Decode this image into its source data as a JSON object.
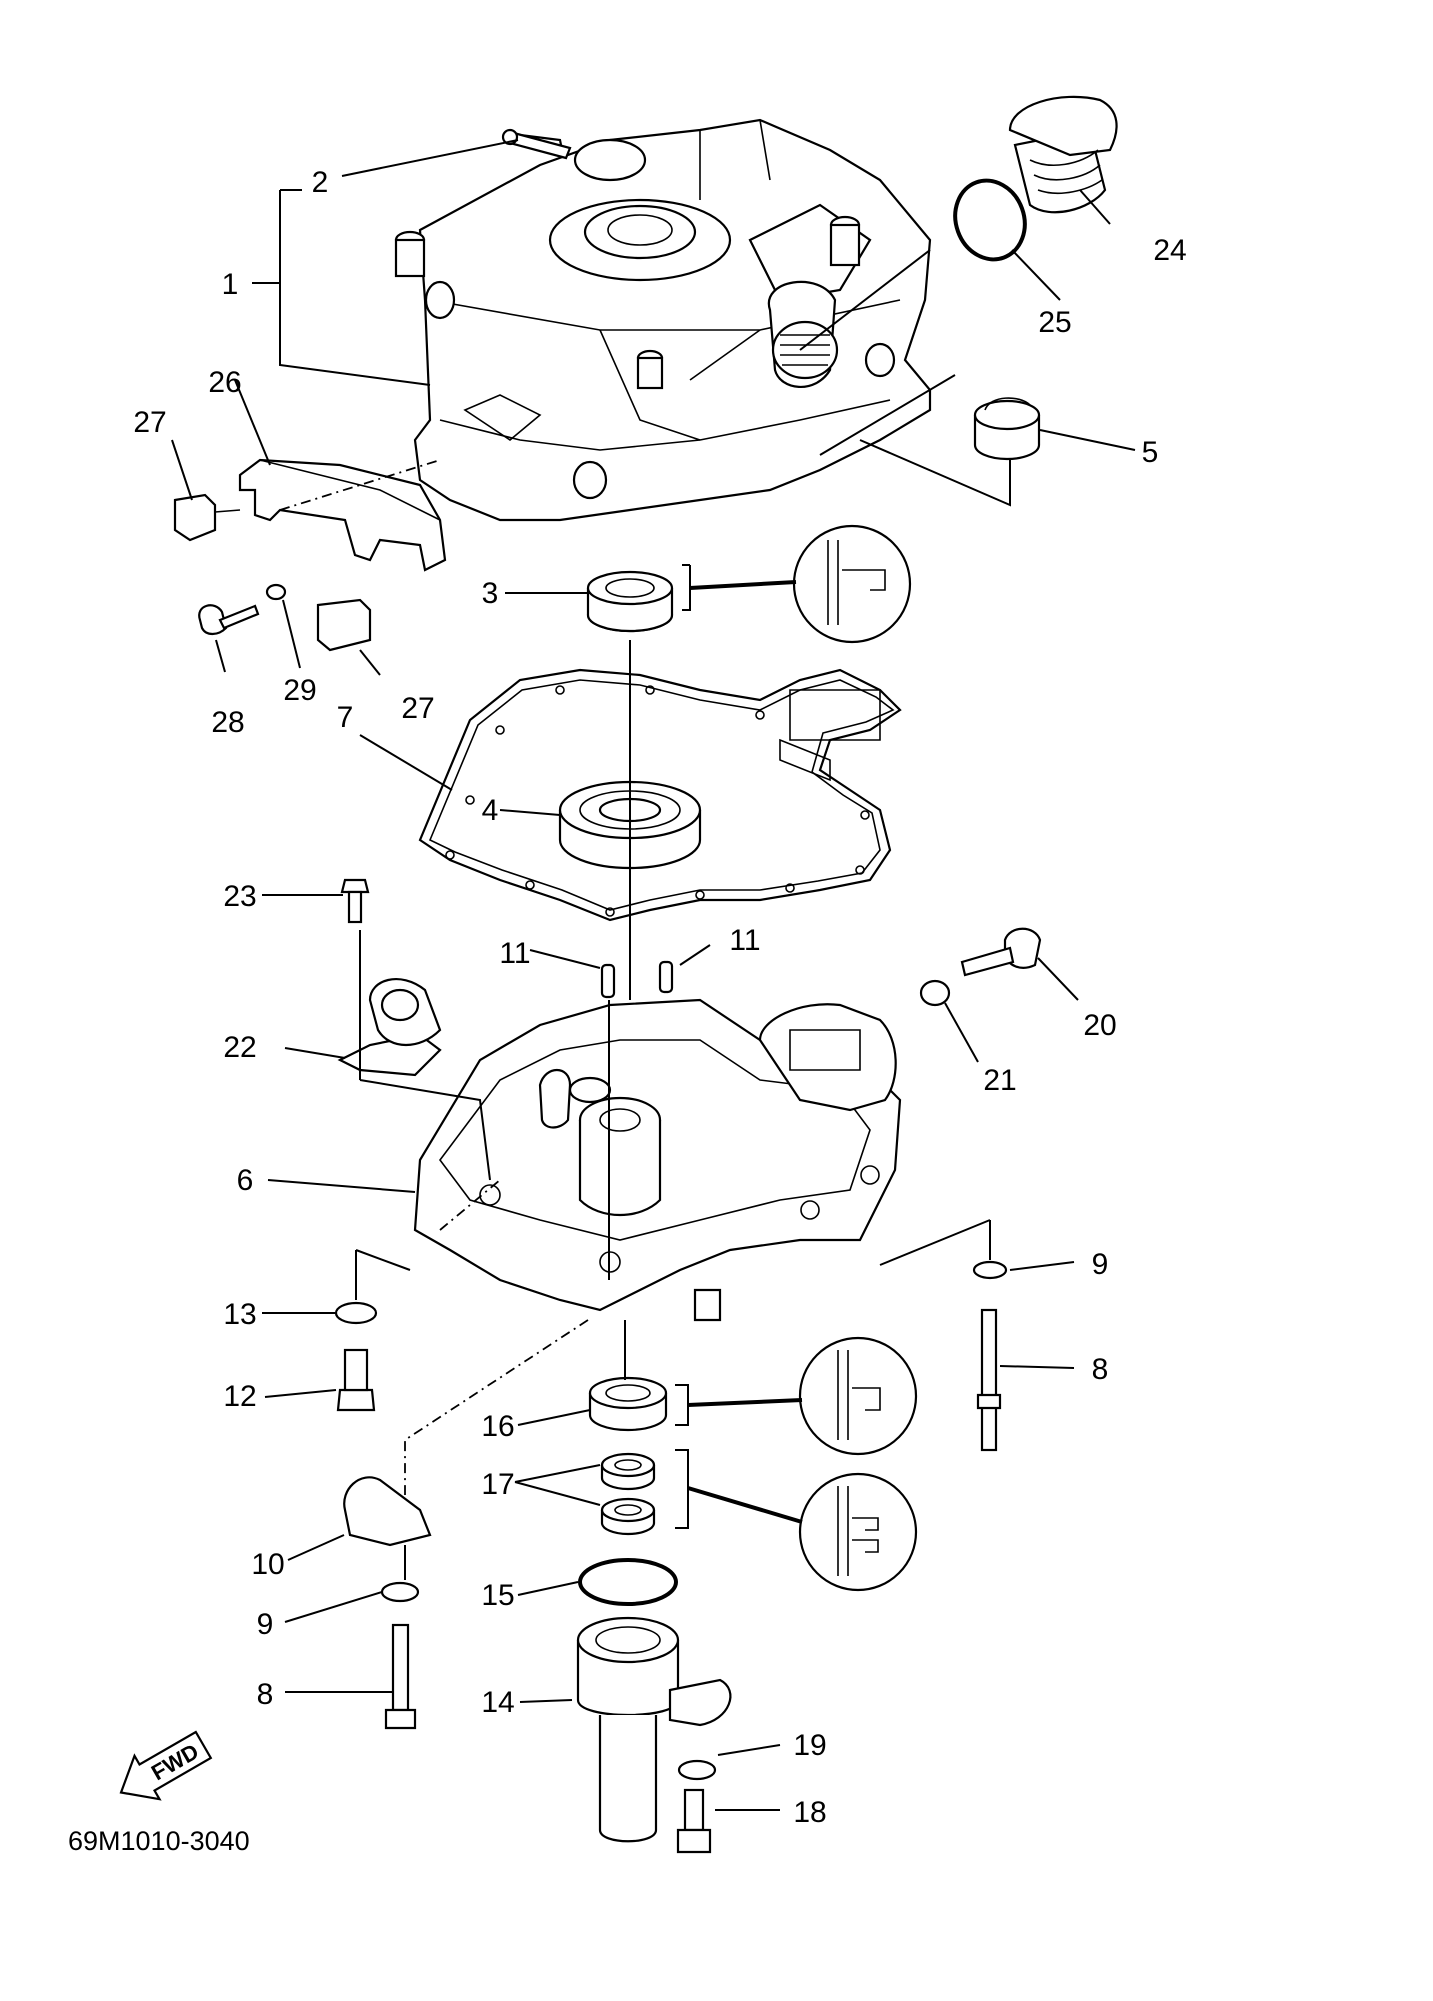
{
  "diagram_code": "69M1010-3040",
  "fwd_label": "FWD",
  "callouts": {
    "c1": "1",
    "c2": "2",
    "c3": "3",
    "c4": "4",
    "c5": "5",
    "c6": "6",
    "c7": "7",
    "c8a": "8",
    "c8b": "8",
    "c9a": "9",
    "c9b": "9",
    "c10": "10",
    "c11a": "11",
    "c11b": "11",
    "c12": "12",
    "c13": "13",
    "c14": "14",
    "c15": "15",
    "c16": "16",
    "c17": "17",
    "c18": "18",
    "c19": "19",
    "c20": "20",
    "c21": "21",
    "c22": "22",
    "c23": "23",
    "c24": "24",
    "c25": "25",
    "c26": "26",
    "c27a": "27",
    "c27b": "27",
    "c28": "28",
    "c29": "29"
  }
}
